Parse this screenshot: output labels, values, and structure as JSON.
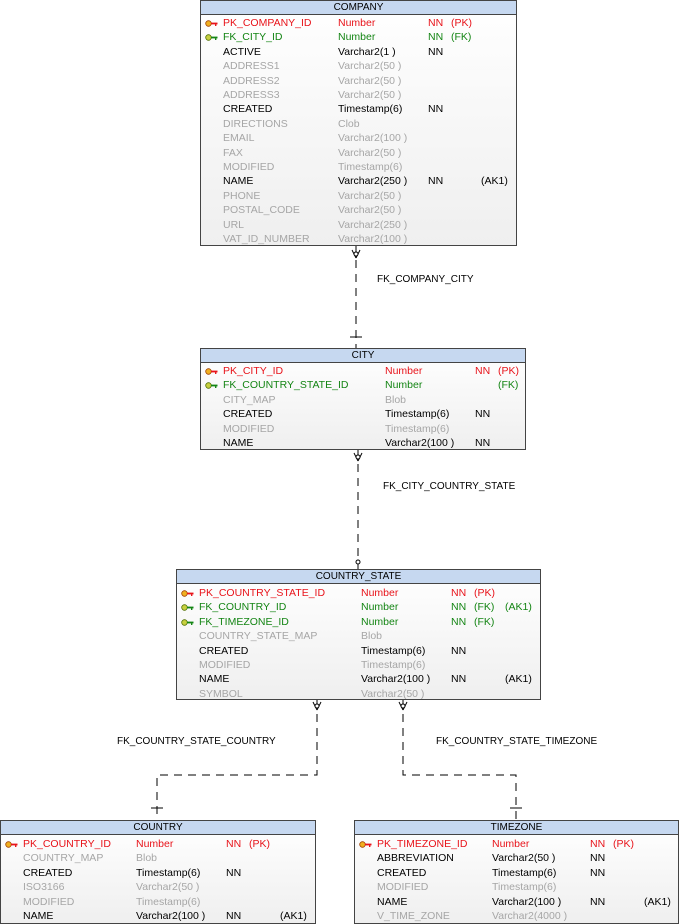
{
  "colors": {
    "pk": "#e8131a",
    "fk": "#148514",
    "mandatory": "#000000",
    "optional": "#a6a6a6",
    "header": "#c6d8f0"
  },
  "entities": {
    "company": {
      "title": "COMPANY",
      "columns": [
        {
          "name": "PK_COMPANY_ID",
          "type": "Number",
          "nn": "NN",
          "key": "(PK)",
          "ak": "",
          "kind": "pk"
        },
        {
          "name": "FK_CITY_ID",
          "type": "Number",
          "nn": "NN",
          "key": "(FK)",
          "ak": "",
          "kind": "fk"
        },
        {
          "name": "ACTIVE",
          "type": "Varchar2(1 )",
          "nn": "NN",
          "key": "",
          "ak": "",
          "kind": "req"
        },
        {
          "name": "ADDRESS1",
          "type": "Varchar2(50 )",
          "nn": "",
          "key": "",
          "ak": "",
          "kind": "opt"
        },
        {
          "name": "ADDRESS2",
          "type": "Varchar2(50 )",
          "nn": "",
          "key": "",
          "ak": "",
          "kind": "opt"
        },
        {
          "name": "ADDRESS3",
          "type": "Varchar2(50 )",
          "nn": "",
          "key": "",
          "ak": "",
          "kind": "opt"
        },
        {
          "name": "CREATED",
          "type": "Timestamp(6)",
          "nn": "NN",
          "key": "",
          "ak": "",
          "kind": "req"
        },
        {
          "name": "DIRECTIONS",
          "type": "Clob",
          "nn": "",
          "key": "",
          "ak": "",
          "kind": "opt"
        },
        {
          "name": "EMAIL",
          "type": "Varchar2(100 )",
          "nn": "",
          "key": "",
          "ak": "",
          "kind": "opt"
        },
        {
          "name": "FAX",
          "type": "Varchar2(50 )",
          "nn": "",
          "key": "",
          "ak": "",
          "kind": "opt"
        },
        {
          "name": "MODIFIED",
          "type": "Timestamp(6)",
          "nn": "",
          "key": "",
          "ak": "",
          "kind": "opt"
        },
        {
          "name": "NAME",
          "type": "Varchar2(250 )",
          "nn": "NN",
          "key": "",
          "ak": "(AK1)",
          "kind": "req"
        },
        {
          "name": "PHONE",
          "type": "Varchar2(50 )",
          "nn": "",
          "key": "",
          "ak": "",
          "kind": "opt"
        },
        {
          "name": "POSTAL_CODE",
          "type": "Varchar2(50 )",
          "nn": "",
          "key": "",
          "ak": "",
          "kind": "opt"
        },
        {
          "name": "URL",
          "type": "Varchar2(250 )",
          "nn": "",
          "key": "",
          "ak": "",
          "kind": "opt"
        },
        {
          "name": "VAT_ID_NUMBER",
          "type": "Varchar2(100 )",
          "nn": "",
          "key": "",
          "ak": "",
          "kind": "opt"
        }
      ]
    },
    "city": {
      "title": "CITY",
      "columns": [
        {
          "name": "PK_CITY_ID",
          "type": "Number",
          "nn": "NN",
          "key": "(PK)",
          "ak": "",
          "kind": "pk"
        },
        {
          "name": "FK_COUNTRY_STATE_ID",
          "type": "Number",
          "nn": "",
          "key": "(FK)",
          "ak": "",
          "kind": "fk"
        },
        {
          "name": "CITY_MAP",
          "type": "Blob",
          "nn": "",
          "key": "",
          "ak": "",
          "kind": "opt"
        },
        {
          "name": "CREATED",
          "type": "Timestamp(6)",
          "nn": "NN",
          "key": "",
          "ak": "",
          "kind": "req"
        },
        {
          "name": "MODIFIED",
          "type": "Timestamp(6)",
          "nn": "",
          "key": "",
          "ak": "",
          "kind": "opt"
        },
        {
          "name": "NAME",
          "type": "Varchar2(100 )",
          "nn": "NN",
          "key": "",
          "ak": "",
          "kind": "req"
        }
      ]
    },
    "country_state": {
      "title": "COUNTRY_STATE",
      "columns": [
        {
          "name": "PK_COUNTRY_STATE_ID",
          "type": "Number",
          "nn": "NN",
          "key": "(PK)",
          "ak": "",
          "kind": "pk"
        },
        {
          "name": "FK_COUNTRY_ID",
          "type": "Number",
          "nn": "NN",
          "key": "(FK)",
          "ak": "(AK1)",
          "kind": "fk"
        },
        {
          "name": "FK_TIMEZONE_ID",
          "type": "Number",
          "nn": "NN",
          "key": "(FK)",
          "ak": "",
          "kind": "fk"
        },
        {
          "name": "COUNTRY_STATE_MAP",
          "type": "Blob",
          "nn": "",
          "key": "",
          "ak": "",
          "kind": "opt"
        },
        {
          "name": "CREATED",
          "type": "Timestamp(6)",
          "nn": "NN",
          "key": "",
          "ak": "",
          "kind": "req"
        },
        {
          "name": "MODIFIED",
          "type": "Timestamp(6)",
          "nn": "",
          "key": "",
          "ak": "",
          "kind": "opt"
        },
        {
          "name": "NAME",
          "type": "Varchar2(100 )",
          "nn": "NN",
          "key": "",
          "ak": "(AK1)",
          "kind": "req"
        },
        {
          "name": "SYMBOL",
          "type": "Varchar2(50 )",
          "nn": "",
          "key": "",
          "ak": "",
          "kind": "opt"
        }
      ]
    },
    "country": {
      "title": "COUNTRY",
      "columns": [
        {
          "name": "PK_COUNTRY_ID",
          "type": "Number",
          "nn": "NN",
          "key": "(PK)",
          "ak": "",
          "kind": "pk"
        },
        {
          "name": "COUNTRY_MAP",
          "type": "Blob",
          "nn": "",
          "key": "",
          "ak": "",
          "kind": "opt"
        },
        {
          "name": "CREATED",
          "type": "Timestamp(6)",
          "nn": "NN",
          "key": "",
          "ak": "",
          "kind": "req"
        },
        {
          "name": "ISO3166",
          "type": "Varchar2(50 )",
          "nn": "",
          "key": "",
          "ak": "",
          "kind": "opt"
        },
        {
          "name": "MODIFIED",
          "type": "Timestamp(6)",
          "nn": "",
          "key": "",
          "ak": "",
          "kind": "opt"
        },
        {
          "name": "NAME",
          "type": "Varchar2(100 )",
          "nn": "NN",
          "key": "",
          "ak": "(AK1)",
          "kind": "req"
        }
      ]
    },
    "timezone": {
      "title": "TIMEZONE",
      "columns": [
        {
          "name": "PK_TIMEZONE_ID",
          "type": "Number",
          "nn": "NN",
          "key": "(PK)",
          "ak": "",
          "kind": "pk"
        },
        {
          "name": "ABBREVIATION",
          "type": "Varchar2(50 )",
          "nn": "NN",
          "key": "",
          "ak": "",
          "kind": "req"
        },
        {
          "name": "CREATED",
          "type": "Timestamp(6)",
          "nn": "NN",
          "key": "",
          "ak": "",
          "kind": "req"
        },
        {
          "name": "MODIFIED",
          "type": "Timestamp(6)",
          "nn": "",
          "key": "",
          "ak": "",
          "kind": "opt"
        },
        {
          "name": "NAME",
          "type": "Varchar2(100 )",
          "nn": "NN",
          "key": "",
          "ak": "(AK1)",
          "kind": "req"
        },
        {
          "name": "V_TIME_ZONE",
          "type": "Varchar2(4000 )",
          "nn": "",
          "key": "",
          "ak": "",
          "kind": "opt"
        }
      ]
    }
  },
  "relationships": {
    "company_city": "FK_COMPANY_CITY",
    "city_country_state": "FK_CITY_COUNTRY_STATE",
    "country_state_country": "FK_COUNTRY_STATE_COUNTRY",
    "country_state_timezone": "FK_COUNTRY_STATE_TIMEZONE"
  }
}
